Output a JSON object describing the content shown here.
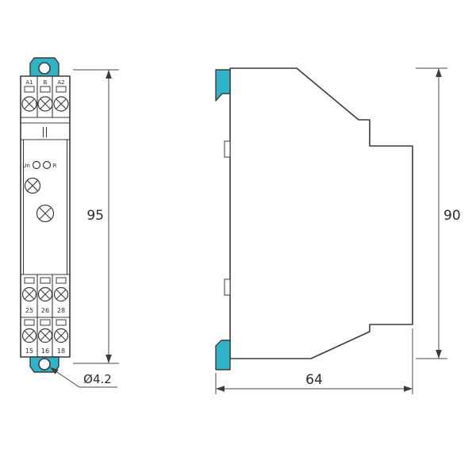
{
  "colors": {
    "clip": "#2db4c9",
    "outline": "#3b3b3b",
    "dimension": "#4a4a4a"
  },
  "front": {
    "top_terminals": [
      "A1",
      "B",
      "A2"
    ],
    "led_left": "Un",
    "led_right": "R",
    "contact_row_upper": [
      "25",
      "26",
      "28"
    ],
    "contact_row_lower": [
      "15",
      "16",
      "18"
    ],
    "dim_height": "95",
    "dim_hole_diameter": "Ø4.2"
  },
  "side": {
    "dim_height": "90",
    "dim_depth": "64"
  }
}
